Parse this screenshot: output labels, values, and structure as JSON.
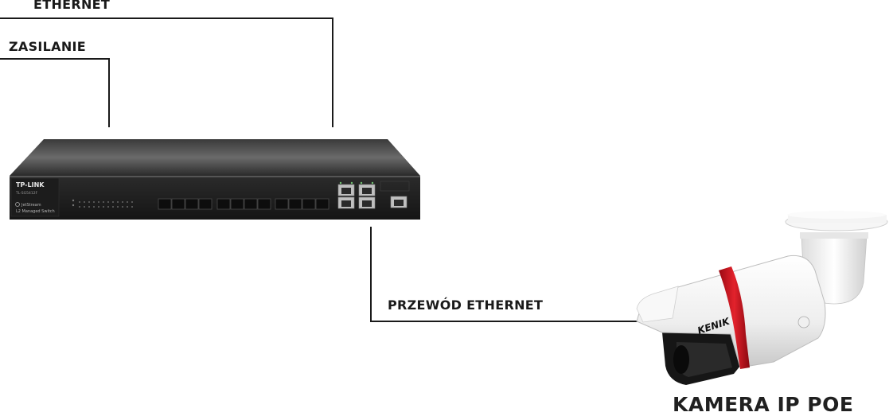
{
  "labels": {
    "ethernet": "ETHERNET",
    "power": "ZASILANIE",
    "ethernet_cable": "PRZEWÓD ETHERNET",
    "camera": "KAMERA IP POE"
  },
  "switch": {
    "brand": "TP-LINK",
    "model": "TL-SG5412F",
    "series": "JetStream",
    "subtitle": "L2 Managed Switch"
  },
  "camera": {
    "brand": "KENIK"
  },
  "colors": {
    "line": "#1a1a1a",
    "switch_body": "#222222",
    "camera_body": "#f1f1f1",
    "camera_stripe": "#d0101a"
  }
}
